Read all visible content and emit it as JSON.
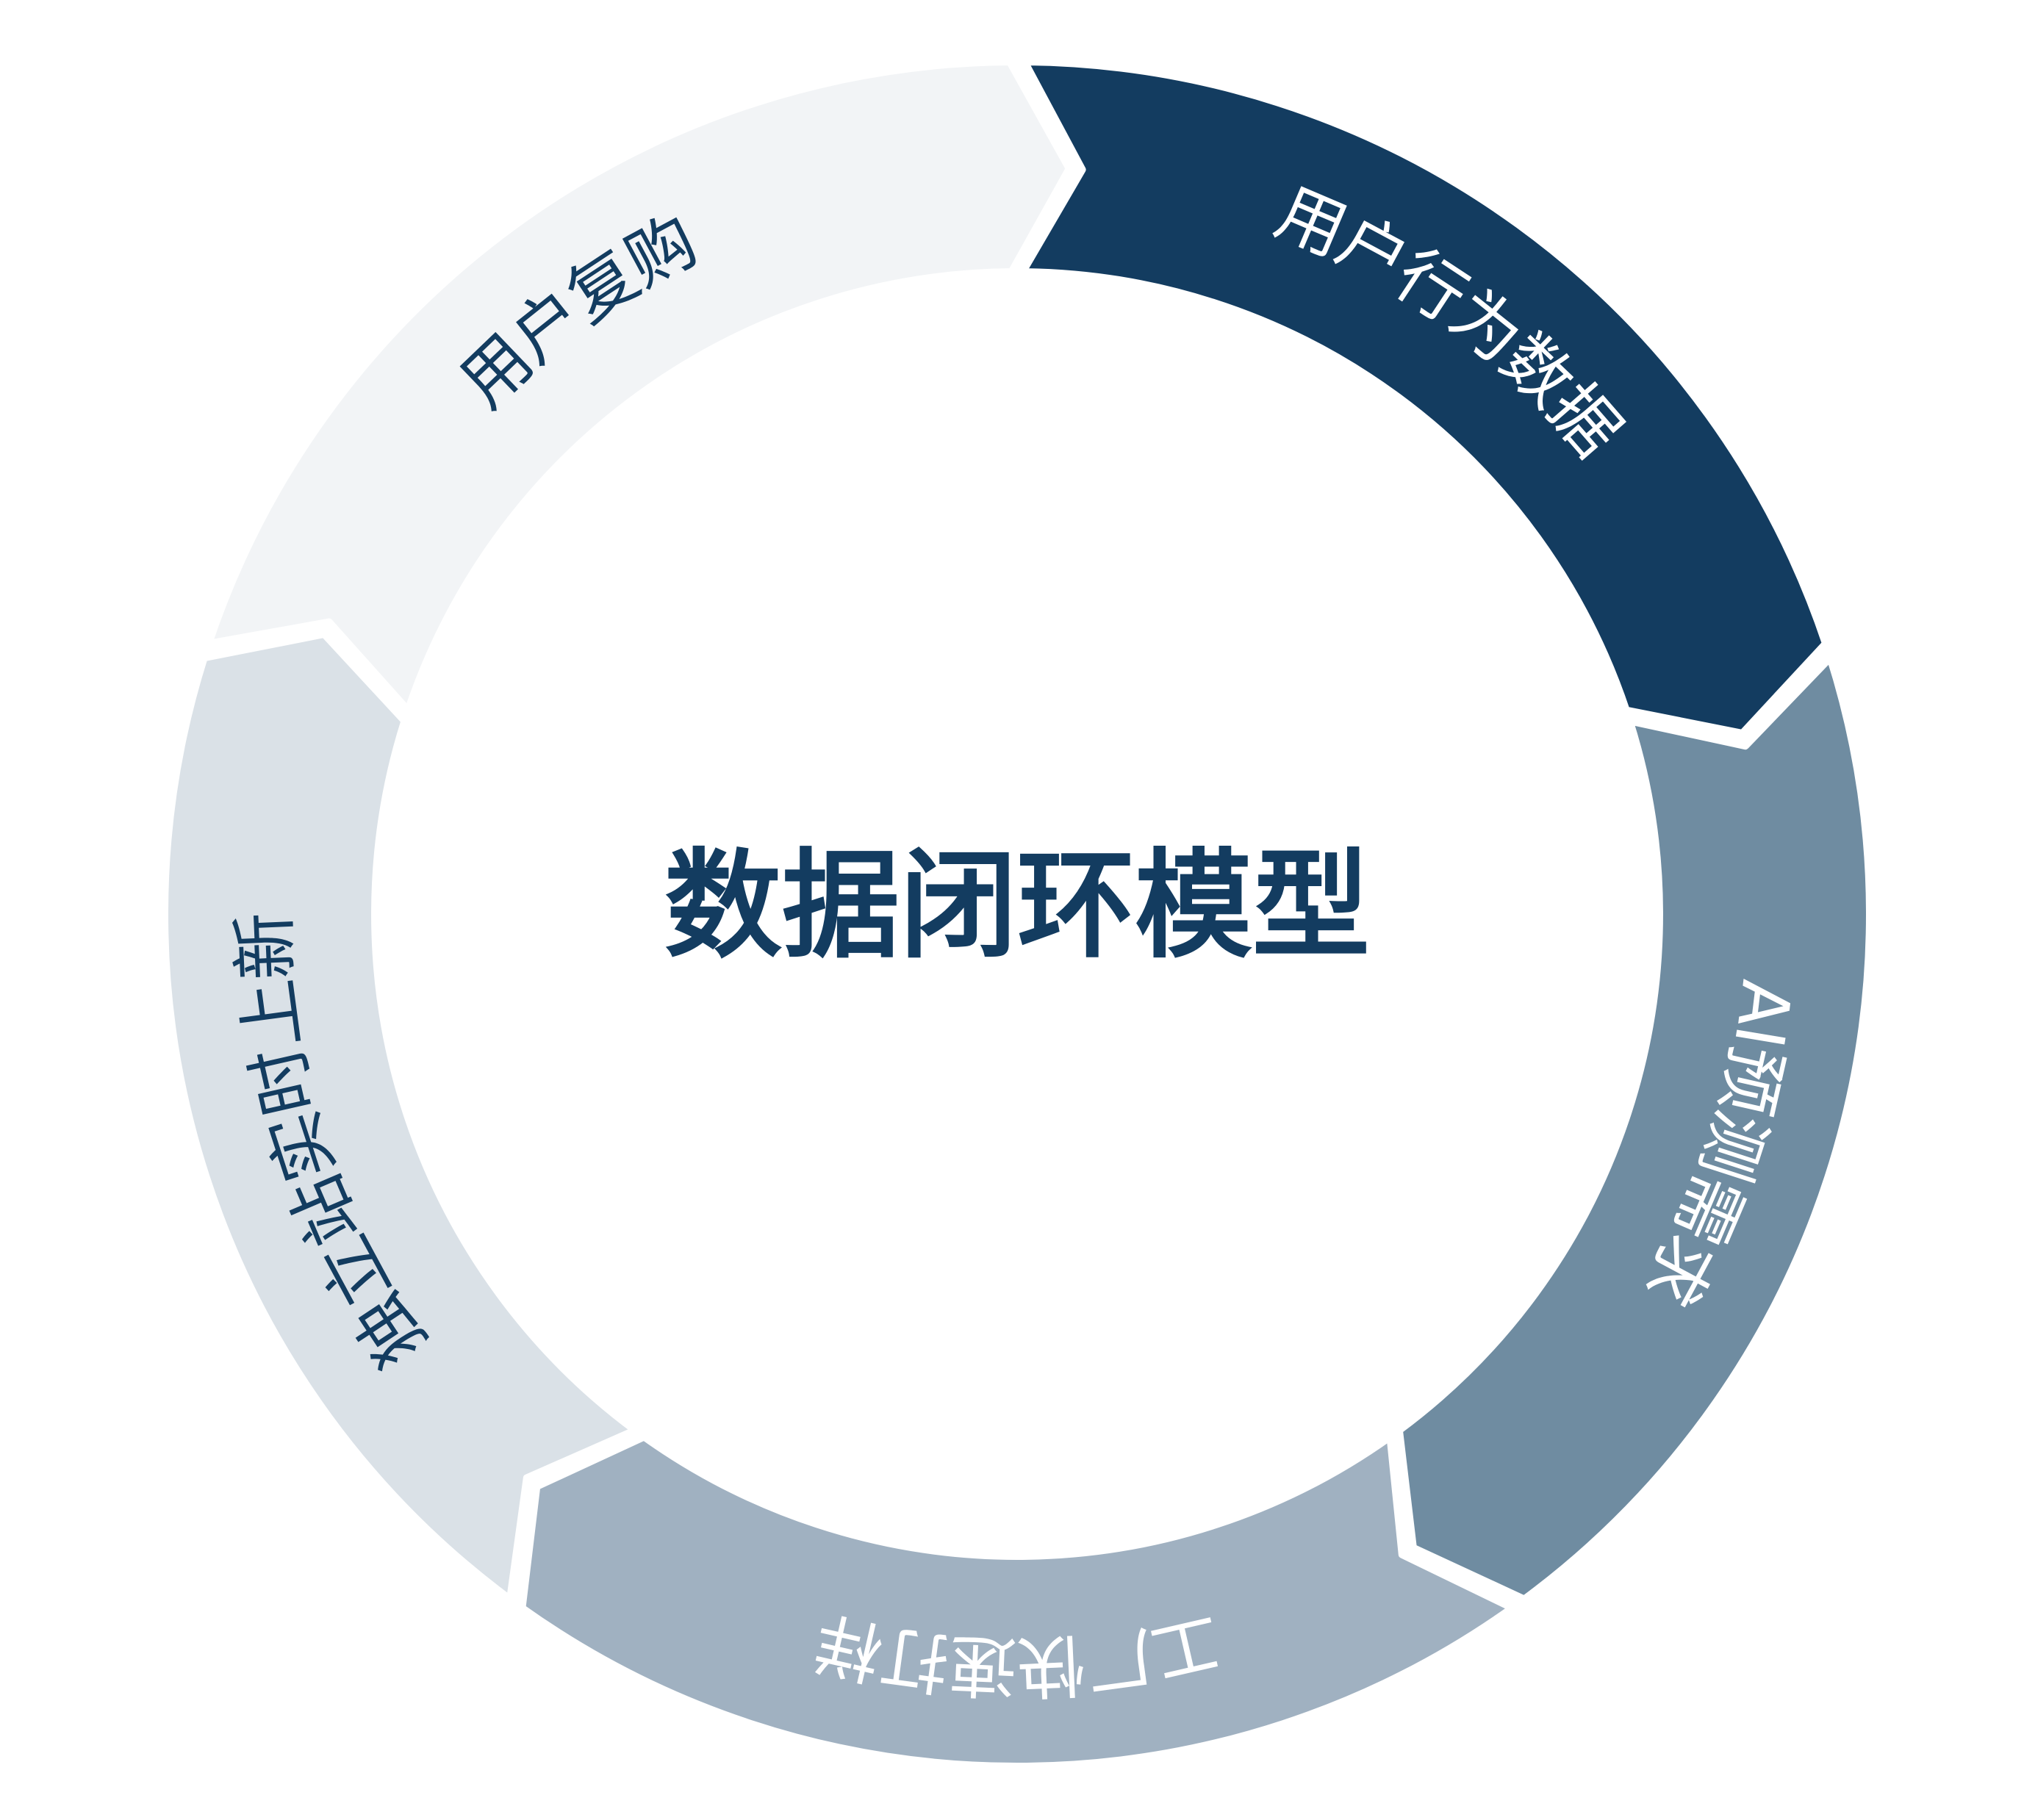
{
  "title": "数据闭环模型",
  "colors": {
    "title": "#133C60",
    "segment_fills": [
      "#133C60",
      "#6F8CA1",
      "#A0B1C1",
      "#DAE1E7",
      "#F2F4F6"
    ],
    "segment_text": [
      "#FFFFFF",
      "#FFFFFF",
      "#FFFFFF",
      "#133C60",
      "#133C60"
    ]
  },
  "segments": [
    {
      "label": "用户行为数据"
    },
    {
      "label": "AI预测需求"
    },
    {
      "label": "工厂快速打样"
    },
    {
      "label": "独立站实时上新"
    },
    {
      "label": "用户复购"
    }
  ]
}
